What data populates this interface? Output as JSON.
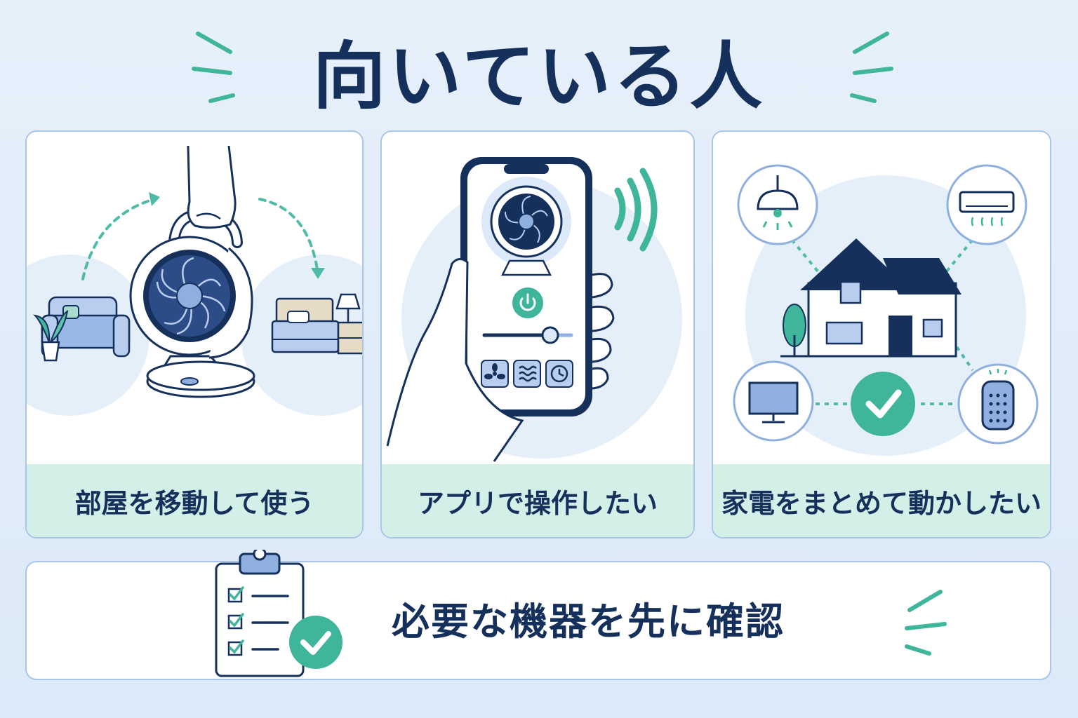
{
  "title": "向いている人",
  "cards": [
    {
      "label": "部屋を移動して使う"
    },
    {
      "label": "アプリで操作したい"
    },
    {
      "label": "家電をまとめて動かしたい"
    }
  ],
  "bottom": {
    "label": "必要な機器を先に確認"
  },
  "colors": {
    "navy": "#16305c",
    "teal": "#3fb59c",
    "light_teal": "#d4eee8",
    "light_blue": "#dce9f8",
    "card_border": "#a9c6ea",
    "fan_blue": "#8fb0de"
  }
}
